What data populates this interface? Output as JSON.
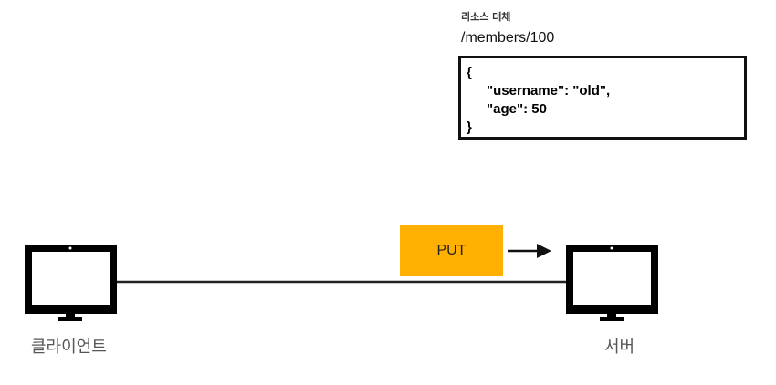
{
  "resource_title": "리소스 대체",
  "resource_path": "/members/100",
  "json_body": {
    "open": "{",
    "line1": "\"username\": \"old\",",
    "line2": "\"age\": 50",
    "close": "}"
  },
  "method": "PUT",
  "client_label": "클라이언트",
  "server_label": "서버",
  "colors": {
    "method_box": "#FFB000",
    "monitor": "#000000",
    "line": "#222222"
  }
}
